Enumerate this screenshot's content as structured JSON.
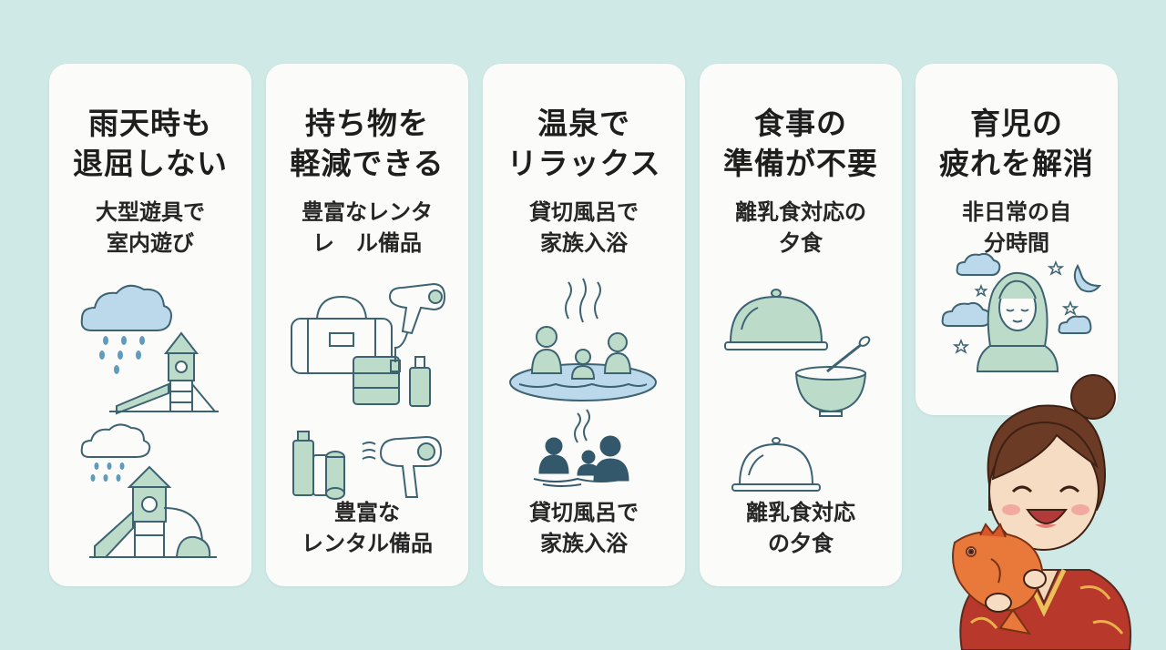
{
  "cards": [
    {
      "title": [
        "雨天時も",
        "退屈しない"
      ],
      "subtitle": [
        "大型遊具で",
        "室内遊び"
      ],
      "caption": [],
      "icons": [
        "rain-cloud-icon",
        "playground-slide-icon"
      ]
    },
    {
      "title": [
        "持ち物を",
        "軽減できる"
      ],
      "subtitle": [
        "豊富なレンタ",
        "レ　ル備品"
      ],
      "caption": [
        "豊富な",
        "レンタル備品"
      ],
      "icons": [
        "duffel-bag-icon",
        "hair-dryer-icon",
        "towel-icon",
        "shampoo-bottle-icon"
      ]
    },
    {
      "title": [
        "温泉で",
        "リラックス"
      ],
      "subtitle": [
        "貸切風呂で",
        "家族入浴"
      ],
      "caption": [
        "貸切風呂で",
        "家族入浴"
      ],
      "icons": [
        "hot-spring-family-icon"
      ]
    },
    {
      "title": [
        "食事の",
        "準備が不要"
      ],
      "subtitle": [
        "離乳食対応の",
        "夕食"
      ],
      "caption": [
        "離乳食対応",
        "の夕食"
      ],
      "icons": [
        "food-cloche-icon",
        "baby-food-bowl-icon"
      ]
    },
    {
      "title": [
        "育児の",
        "疲れを解消"
      ],
      "subtitle": [
        "非日常の自",
        "分時間"
      ],
      "caption": [],
      "icons": [
        "relaxed-woman-icon",
        "moon-icon",
        "star-icon",
        "cloud-icon"
      ]
    }
  ],
  "mascot": "kimono-girl-holding-sea-bream-icon",
  "colors": {
    "background": "#cfe9e7",
    "card": "#fbfbf9",
    "outline": "#3d6373",
    "green_fill": "#bcdcc9",
    "blue_fill": "#bcd9ec",
    "navy": "#33576b",
    "kimono_red": "#b8382c"
  }
}
